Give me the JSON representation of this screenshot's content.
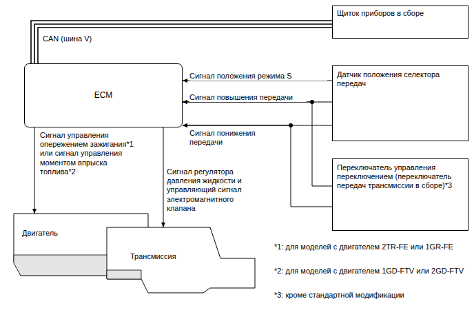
{
  "diagram": {
    "nodes": [
      {
        "text": [
          "Щиток приборов в сборе"
        ]
      },
      {
        "text": [
          "ECM"
        ]
      },
      {
        "text": [
          "Датчик положения селектора передач"
        ]
      },
      {
        "text": [
          "Переключатель управления переключением (переключатель передач трансмиссии в сборе)*3"
        ]
      },
      {
        "text": [
          "Двигатель"
        ]
      },
      {
        "text": [
          "Трансмиссия"
        ]
      }
    ],
    "edges": [
      {
        "from": 1,
        "to": 0,
        "arrow": "none",
        "label": "CAN (шина V)"
      },
      {
        "from": 2,
        "to": 1,
        "arrow": "to",
        "label": "Сигнал положения режима S"
      },
      {
        "from": 2,
        "to": 1,
        "arrow": "to",
        "label": "Сигнал повышения передачи"
      },
      {
        "from": 3,
        "to": 1,
        "arrow": "to"
      },
      {
        "from": 2,
        "to": 1,
        "arrow": "to",
        "label": "Сигнал понижения передачи"
      },
      {
        "from": 3,
        "to": 1,
        "arrow": "to"
      },
      {
        "from": 1,
        "to": 4,
        "arrow": "to",
        "label": "Сигнал управления опережением зажигания*1 или сигнал управления моментом впрыска топлива*2"
      },
      {
        "from": 1,
        "to": 5,
        "arrow": "to",
        "label": "Сигнал регулятора давления жидкости и управляющий сигнал электромагнитного клапана"
      }
    ],
    "labels": [
      "*1: для моделей с двигателем 2TR-FE или 1GR-FE",
      "*2: для моделей с двигателем 1GD-FTV или 2GD-FTV",
      "*3: кроме стандартной модификации"
    ]
  }
}
